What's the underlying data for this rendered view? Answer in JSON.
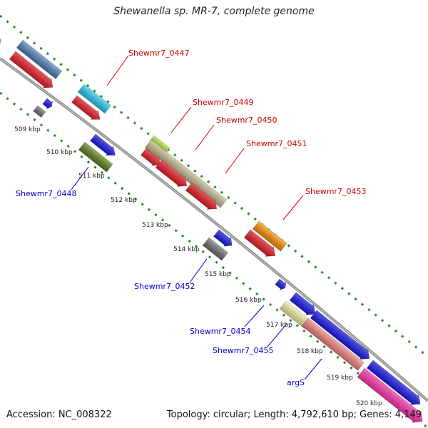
{
  "title": "Shewanella sp. MR-7, complete genome",
  "footer": {
    "accession": "Accession: NC_008322",
    "summary": "Topology: circular; Length: 4,792,610 bp; Genes: 4,149"
  },
  "colors": {
    "backbone": "#8c8c8c",
    "dotted_track": "#1f8a1f",
    "forward_label": "#cc0000",
    "reverse_label": "#0000cc",
    "tick_label": "#222222"
  },
  "ticks": [
    "509 kbp",
    "510 kbp",
    "511 kbp",
    "512 kbp",
    "513 kbp",
    "514 kbp",
    "515 kbp",
    "516 kbp",
    "517 kbp",
    "518 kbp",
    "519 kbp",
    "520 kbp"
  ],
  "forward_labels": [
    "Shewmr7_0447",
    "Shewmr7_0449",
    "Shewmr7_0450",
    "Shewmr7_0451",
    "Shewmr7_0453"
  ],
  "reverse_labels": [
    "Shewmr7_0448",
    "Shewmr7_0452",
    "Shewmr7_0454",
    "Shewmr7_0455",
    "argS"
  ],
  "feature_colors": {
    "red": "#e8141e",
    "steelblue": "#4a7fb5",
    "cyan": "#22c8f0",
    "olive": "#c2b889",
    "lime": "#a8e632",
    "orange": "#ff8c00",
    "gray": "#6e6e6e",
    "blue": "#1010e8",
    "darkolive": "#5b7f1f",
    "paleyellow": "#f0eba2",
    "salmon": "#f08080",
    "magenta": "#ff2daa"
  }
}
